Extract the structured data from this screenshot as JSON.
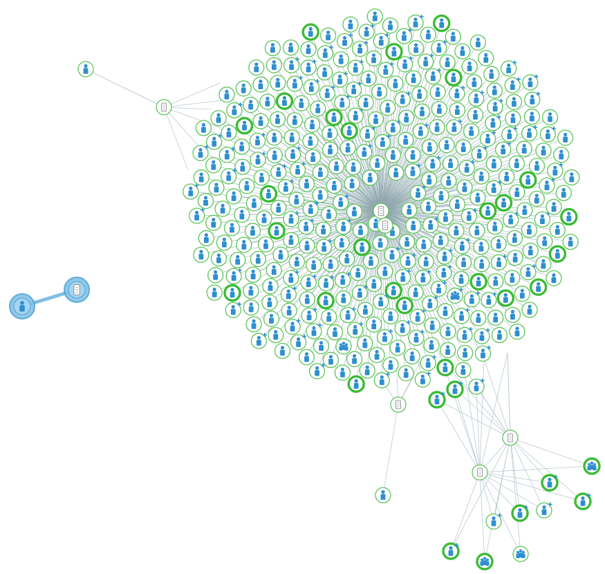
{
  "graph": {
    "type": "network",
    "node_types": {
      "person": "person-icon",
      "group": "group-icon",
      "organization": "building-icon"
    },
    "colors": {
      "node_ring": "#5cc45a",
      "node_ring_heavy": "#3cbb34",
      "person_icon": "#2d8fcf",
      "edge": "#b9c9cf",
      "selected_highlight": "#86c3e6"
    },
    "selected_pair": [
      "selected-person",
      "selected-organization"
    ]
  }
}
